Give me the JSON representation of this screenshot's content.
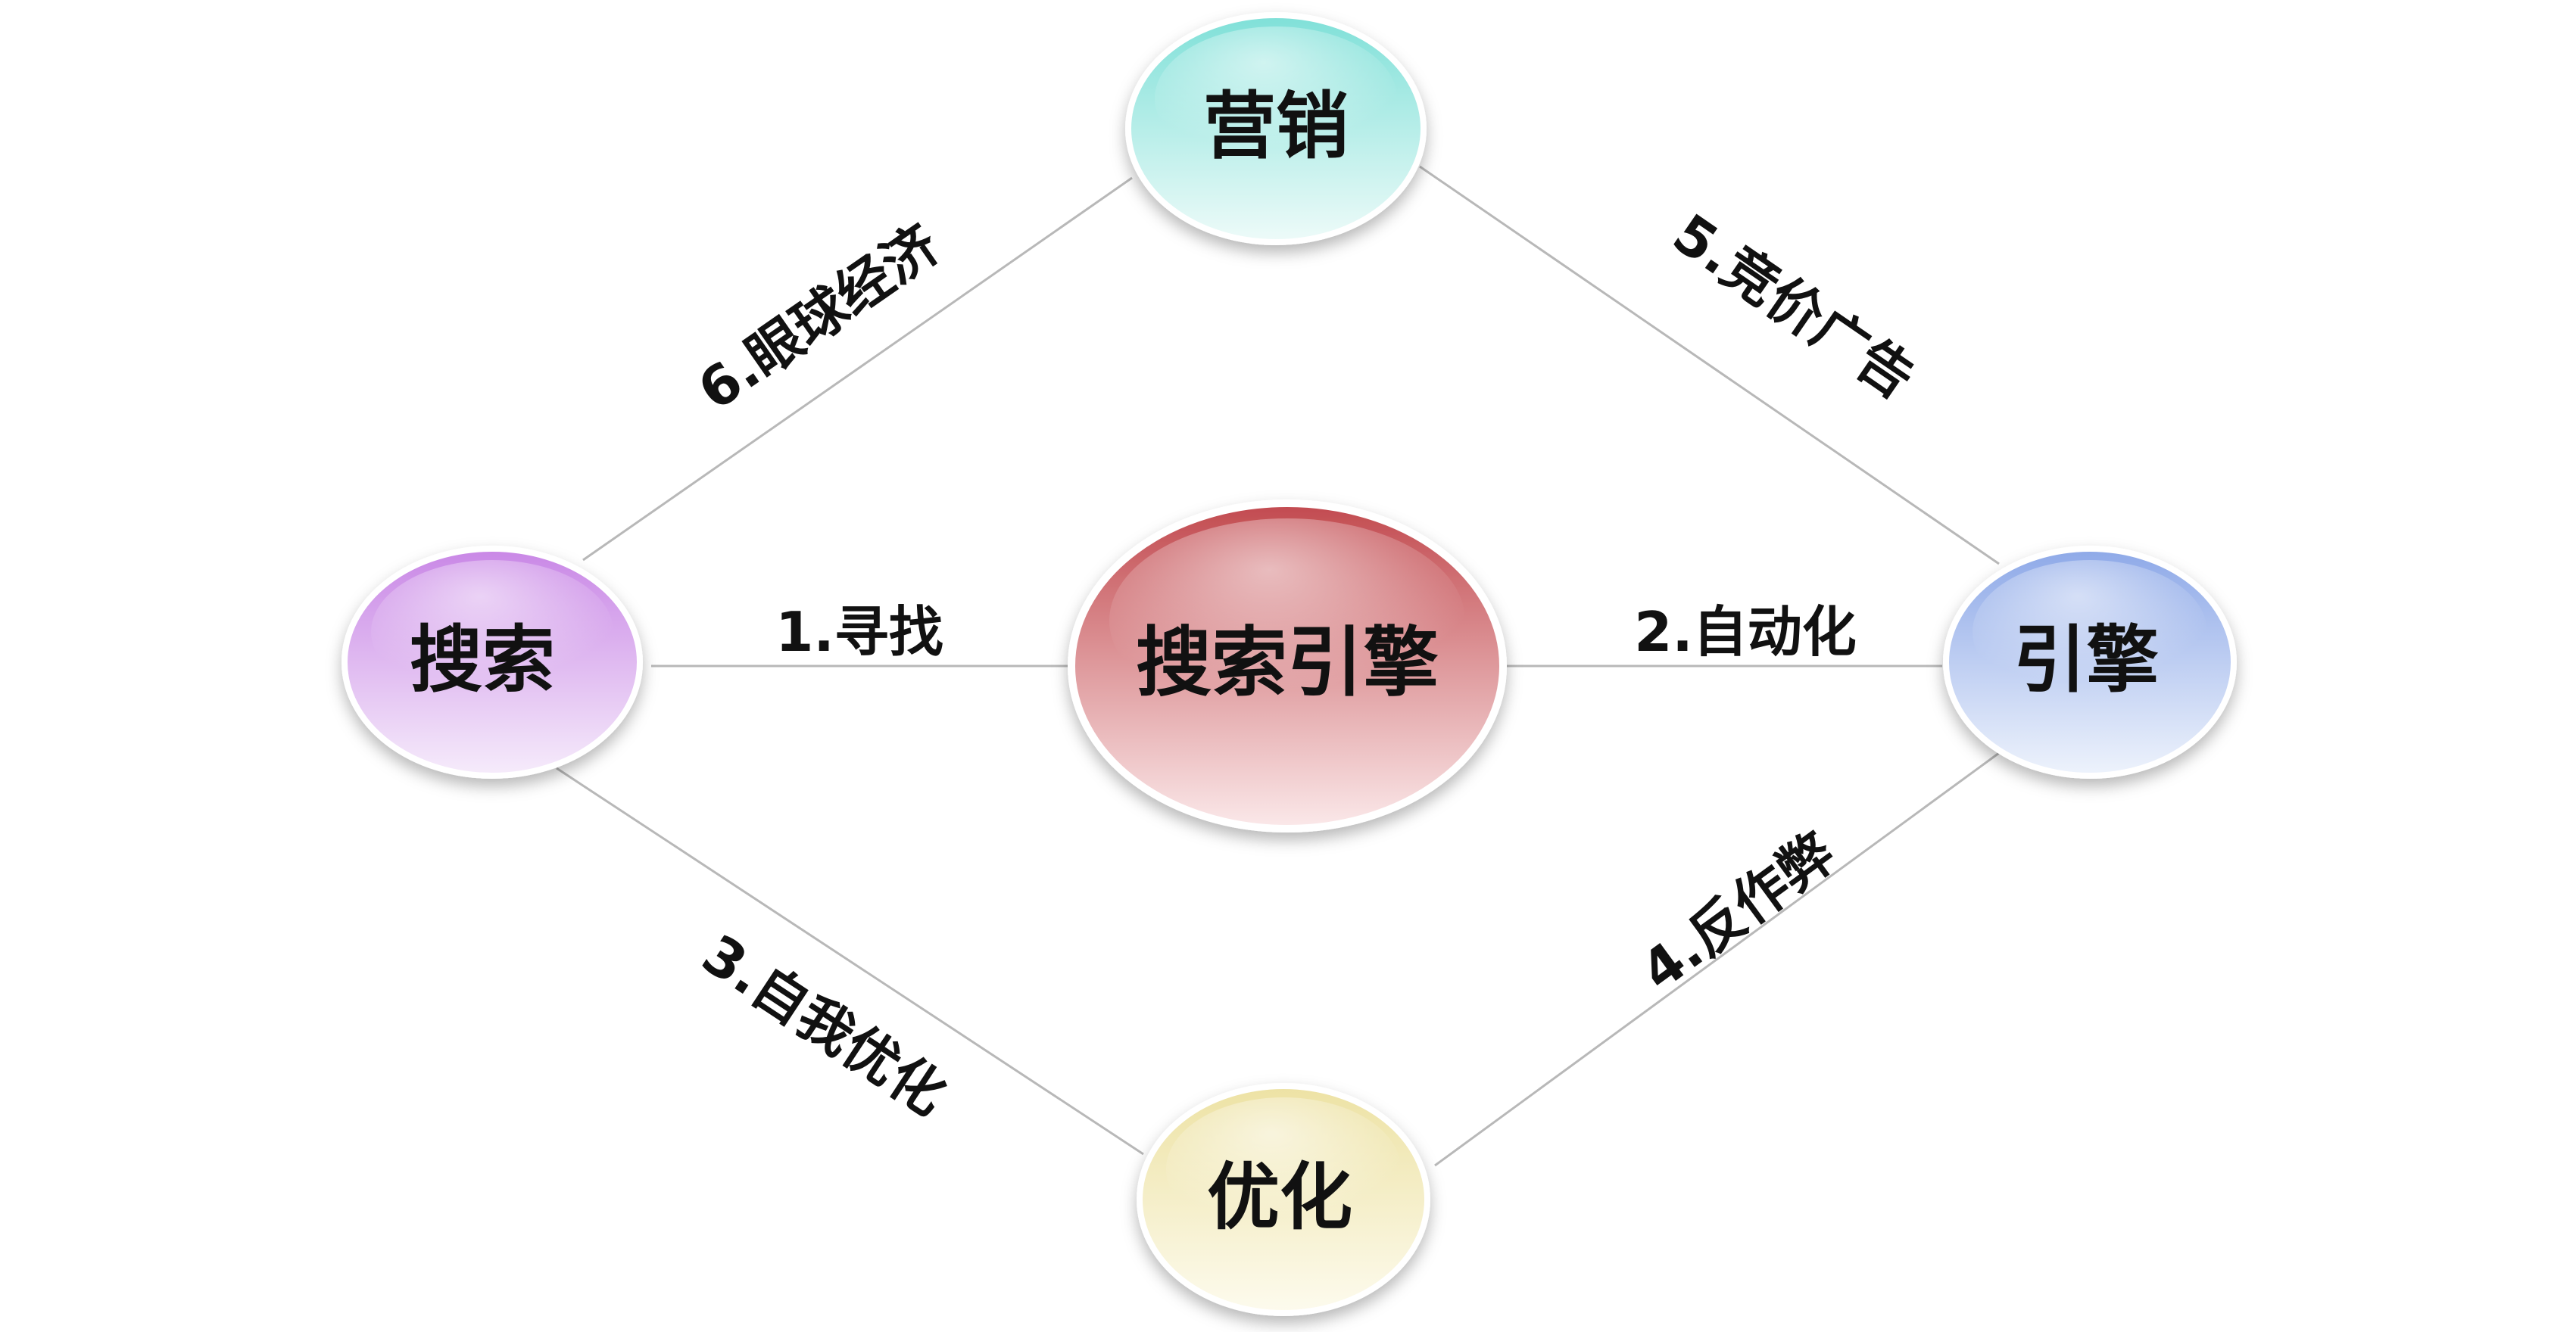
{
  "nodes": {
    "center": {
      "label": "搜索引擎",
      "color_top": "#c24a4f",
      "color_bottom": "#fbe9ea"
    },
    "top": {
      "label": "营销",
      "color_top": "#7fe0d8",
      "color_bottom": "#eefbf9"
    },
    "left": {
      "label": "搜索",
      "color_top": "#c987e6",
      "color_bottom": "#f6ecfb"
    },
    "right": {
      "label": "引擎",
      "color_top": "#8ea9e8",
      "color_bottom": "#eef3fc"
    },
    "bottom": {
      "label": "优化",
      "color_top": "#ede2a4",
      "color_bottom": "#fdfbee"
    }
  },
  "edges": {
    "e1": {
      "label": "1.寻找"
    },
    "e2": {
      "label": "2.自动化"
    },
    "e3": {
      "label": "3.自我优化"
    },
    "e4": {
      "label": "4.反作弊"
    },
    "e5": {
      "label": "5.竞价广告"
    },
    "e6": {
      "label": "6.眼球经济"
    }
  }
}
